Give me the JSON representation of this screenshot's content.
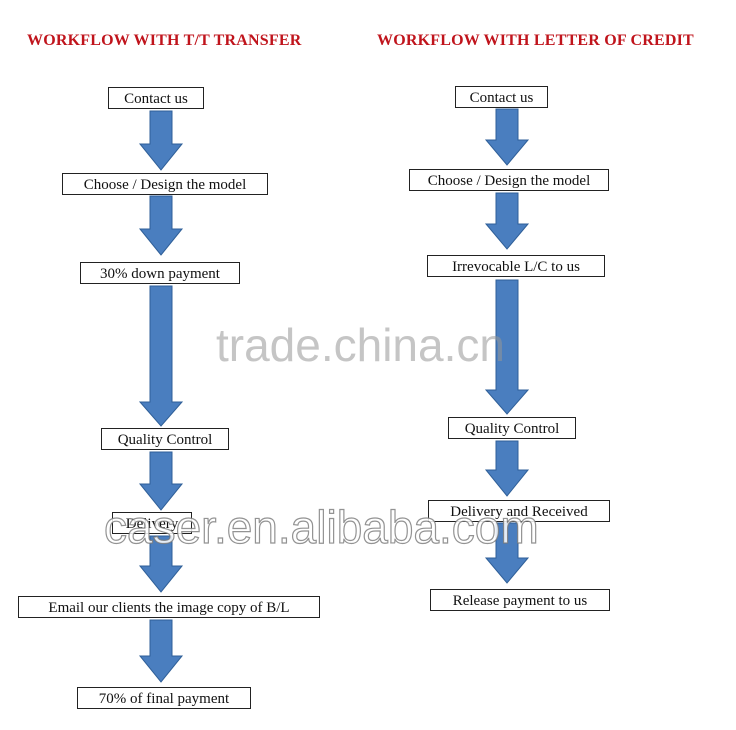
{
  "titles": {
    "left": "WORKFLOW WITH T/T TRANSFER",
    "right": "WORKFLOW WITH LETTER OF CREDIT"
  },
  "tt_steps": [
    "Contact us",
    "Choose / Design the model",
    "30% down payment",
    "Quality Control",
    "Delivery",
    "Email our clients the image copy of B/L",
    "70% of final payment"
  ],
  "lc_steps": [
    "Contact us",
    "Choose / Design the model",
    "Irrevocable L/C to us",
    "Quality Control",
    "Delivery and Received",
    "Release payment to us"
  ],
  "watermarks": {
    "top": "trade.china.cn",
    "bottom": "caser.en.alibaba.com"
  },
  "colors": {
    "title": "#c0141c",
    "arrow_fill": "#4a7ebf",
    "arrow_stroke": "#2f5f98"
  }
}
